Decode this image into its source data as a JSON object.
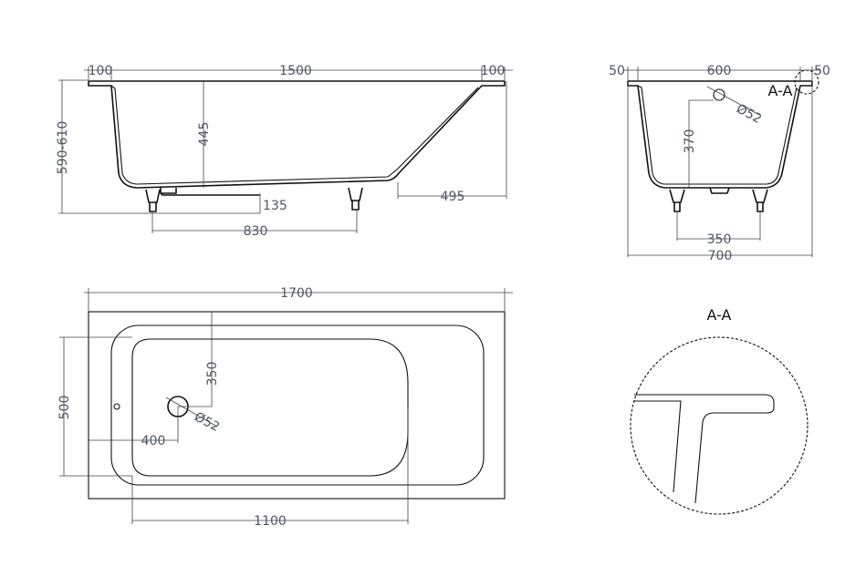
{
  "side_view": {
    "rim_left": "100",
    "length_inner": "1500",
    "rim_right": "100",
    "height_total": "590-610",
    "depth": "445",
    "leg_height": "135",
    "leg_spacing": "830",
    "slope_base": "495"
  },
  "end_view": {
    "rim_left": "50",
    "width_inner": "600",
    "rim_right": "50",
    "drain_height": "370",
    "drain_diameter": "Ø52",
    "leg_spacing": "350",
    "width_total": "700",
    "section_marker": "A-A"
  },
  "top_view": {
    "length_total": "1700",
    "width": "500",
    "drain_offset_y": "350",
    "drain_offset_x": "400",
    "drain_diameter": "Ø52",
    "basin_length": "1100"
  },
  "detail": {
    "title": "A-A"
  }
}
